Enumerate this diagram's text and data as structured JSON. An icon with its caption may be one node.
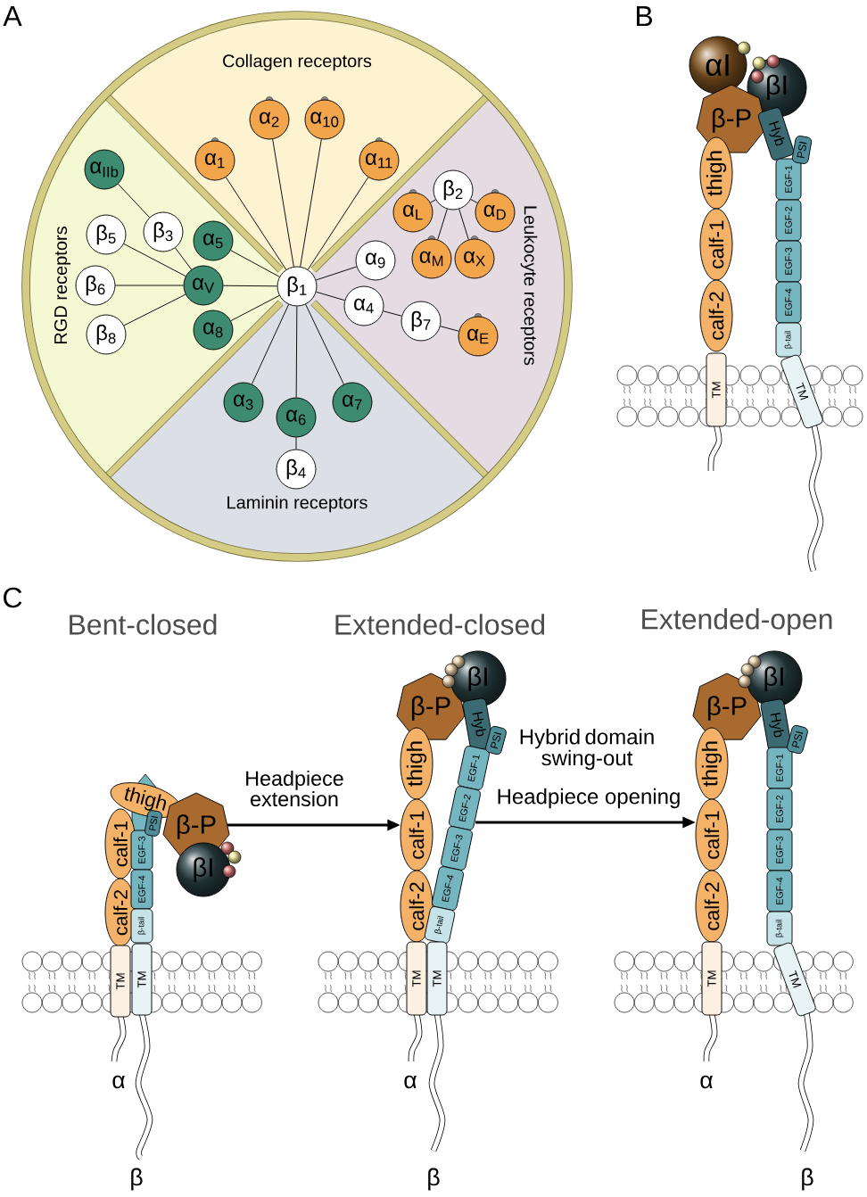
{
  "diagram": {
    "nodes": [
      {
        "text": [
          "Collagen receptors"
        ]
      },
      {
        "text": [
          "α$_{2}$"
        ],
        "in": 0
      },
      {
        "text": [
          "α$_{10}$"
        ],
        "in": 0
      },
      {
        "text": [
          "α$_{1}$"
        ],
        "in": 0
      },
      {
        "text": [
          "α$_{11}$"
        ],
        "in": 0
      },
      {
        "text": [
          "RGD receptors"
        ]
      },
      {
        "text": [
          "α$_{IIb}$"
        ],
        "in": 5
      },
      {
        "text": [
          "β$_{3}$"
        ],
        "in": 5
      },
      {
        "text": [
          "β$_{5}$"
        ],
        "in": 5
      },
      {
        "text": [
          "α$_{5}$"
        ],
        "in": 5
      },
      {
        "text": [
          "β$_{6}$"
        ],
        "in": 5
      },
      {
        "text": [
          "α$_{V}$"
        ],
        "in": 5
      },
      {
        "text": [
          "β$_{8}$"
        ],
        "in": 5
      },
      {
        "text": [
          "α$_{8}$"
        ],
        "in": 5
      },
      {
        "text": [
          "Leukocyte receptors"
        ]
      },
      {
        "text": [
          "β$_{2}$"
        ],
        "in": 14
      },
      {
        "text": [
          "α$_{L}$"
        ],
        "in": 14
      },
      {
        "text": [
          "α$_{D}$"
        ],
        "in": 14
      },
      {
        "text": [
          "α$_{M}$"
        ],
        "in": 14
      },
      {
        "text": [
          "α$_{X}$"
        ],
        "in": 14
      },
      {
        "text": [
          "α$_{9}$"
        ],
        "in": 14
      },
      {
        "text": [
          "α$_{4}$"
        ],
        "in": 14
      },
      {
        "text": [
          "β$_{7}$"
        ],
        "in": 14
      },
      {
        "text": [
          "α$_{E}$"
        ],
        "in": 14
      },
      {
        "text": [
          "Laminin receptors"
        ]
      },
      {
        "text": [
          "α$_{3}$"
        ],
        "in": 24
      },
      {
        "text": [
          "α$_{6}$"
        ],
        "in": 24
      },
      {
        "text": [
          "α$_{7}$"
        ],
        "in": 24
      },
      {
        "text": [
          "β$_{4}$"
        ],
        "in": 24
      },
      {
        "text": [
          "β$_{1}$"
        ]
      },
      {
        "text": [
          "αI"
        ]
      },
      {
        "text": [
          "βI"
        ]
      },
      {
        "text": [
          "β-P"
        ]
      },
      {
        "text": [
          "Hyb"
        ]
      },
      {
        "text": [
          "thigh"
        ]
      },
      {
        "text": [
          "EGF-1"
        ]
      },
      {
        "text": [
          "PSI"
        ]
      },
      {
        "text": [
          "calf-1"
        ]
      },
      {
        "text": [
          "EGF-2"
        ]
      },
      {
        "text": [
          "EGF-3"
        ]
      },
      {
        "text": [
          "calf-2"
        ]
      },
      {
        "text": [
          "EGF-4"
        ]
      },
      {
        "text": [
          "β-tail"
        ]
      },
      {
        "text": [
          "TM"
        ]
      },
      {
        "text": [
          "TM"
        ]
      },
      {
        "text": [
          "calf-1"
        ]
      },
      {
        "text": [
          "EGF-3"
        ]
      },
      {
        "text": [
          "thigh"
        ]
      },
      {
        "text": [
          "PSI"
        ]
      },
      {
        "text": [
          "β-P"
        ]
      },
      {
        "text": [
          "βI"
        ]
      },
      {
        "text": [
          "calf-2"
        ]
      },
      {
        "text": [
          "EGF-4"
        ]
      },
      {
        "text": [
          "β-tail"
        ]
      },
      {
        "text": [
          "TM"
        ]
      },
      {
        "text": [
          "TM"
        ]
      },
      {
        "text": [
          "β-P"
        ]
      },
      {
        "text": [
          "βI"
        ]
      },
      {
        "text": [
          "Hyb"
        ]
      },
      {
        "text": [
          "thigh"
        ]
      },
      {
        "text": [
          "EGF-1"
        ]
      },
      {
        "text": [
          "PSI"
        ]
      },
      {
        "text": [
          "calf-1"
        ]
      },
      {
        "text": [
          "EGF-2"
        ]
      },
      {
        "text": [
          "EGF-3"
        ]
      },
      {
        "text": [
          "calf-2"
        ]
      },
      {
        "text": [
          "EGF-4"
        ]
      },
      {
        "text": [
          "β-tail"
        ]
      },
      {
        "text": [
          "TM"
        ]
      },
      {
        "text": [
          "TM"
        ]
      },
      {
        "text": [
          "β-P"
        ]
      },
      {
        "text": [
          "βI"
        ]
      },
      {
        "text": [
          "Hyb"
        ]
      },
      {
        "text": [
          "thigh"
        ]
      },
      {
        "text": [
          "EGF-1"
        ]
      },
      {
        "text": [
          "PSI"
        ]
      },
      {
        "text": [
          "calf-1"
        ]
      },
      {
        "text": [
          "EGF-2"
        ]
      },
      {
        "text": [
          "EGF-3"
        ]
      },
      {
        "text": [
          "calf-2"
        ]
      },
      {
        "text": [
          "EGF-4"
        ]
      },
      {
        "text": [
          "β-tail"
        ]
      },
      {
        "text": [
          "TM"
        ]
      },
      {
        "text": [
          "TM"
        ]
      }
    ],
    "edges": [
      {
        "from": 29,
        "to": 3,
        "arrow": "none"
      },
      {
        "from": 29,
        "to": 1,
        "arrow": "none"
      },
      {
        "from": 29,
        "to": 2,
        "arrow": "none"
      },
      {
        "from": 29,
        "to": 4,
        "arrow": "none"
      },
      {
        "from": 29,
        "to": 9,
        "arrow": "none"
      },
      {
        "from": 29,
        "to": 11,
        "arrow": "none"
      },
      {
        "from": 29,
        "to": 13,
        "arrow": "none"
      },
      {
        "from": 29,
        "to": 20,
        "arrow": "none"
      },
      {
        "from": 29,
        "to": 21,
        "arrow": "none"
      },
      {
        "from": 29,
        "to": 25,
        "arrow": "none"
      },
      {
        "from": 29,
        "to": 26,
        "arrow": "none"
      },
      {
        "from": 29,
        "to": 27,
        "arrow": "none"
      },
      {
        "from": 11,
        "to": 7,
        "arrow": "none"
      },
      {
        "from": 11,
        "to": 8,
        "arrow": "none"
      },
      {
        "from": 11,
        "to": 10,
        "arrow": "none"
      },
      {
        "from": 11,
        "to": 12,
        "arrow": "none"
      },
      {
        "from": 7,
        "to": 6,
        "arrow": "none"
      },
      {
        "from": 15,
        "to": 16,
        "arrow": "none"
      },
      {
        "from": 15,
        "to": 17,
        "arrow": "none"
      },
      {
        "from": 15,
        "to": 18,
        "arrow": "none"
      },
      {
        "from": 15,
        "to": 19,
        "arrow": "none"
      },
      {
        "from": 21,
        "to": 22,
        "arrow": "none"
      },
      {
        "from": 22,
        "to": 23,
        "arrow": "none"
      },
      {
        "from": 26,
        "to": 28,
        "arrow": "none"
      },
      {
        "from": 49,
        "to": 62,
        "arrow": "to",
        "label": "Headpiece extension",
        "style": "thick"
      },
      {
        "from": 63,
        "to": 76,
        "arrow": "to",
        "label": "Headpiece opening",
        "style": "thick"
      }
    ],
    "labels": [
      "A",
      "B",
      "C",
      "Bent-closed",
      "Extended-closed",
      "Extended-open",
      "Hybrid domain swing-out",
      "α",
      "α",
      "α",
      "β",
      "β",
      "β"
    ]
  }
}
